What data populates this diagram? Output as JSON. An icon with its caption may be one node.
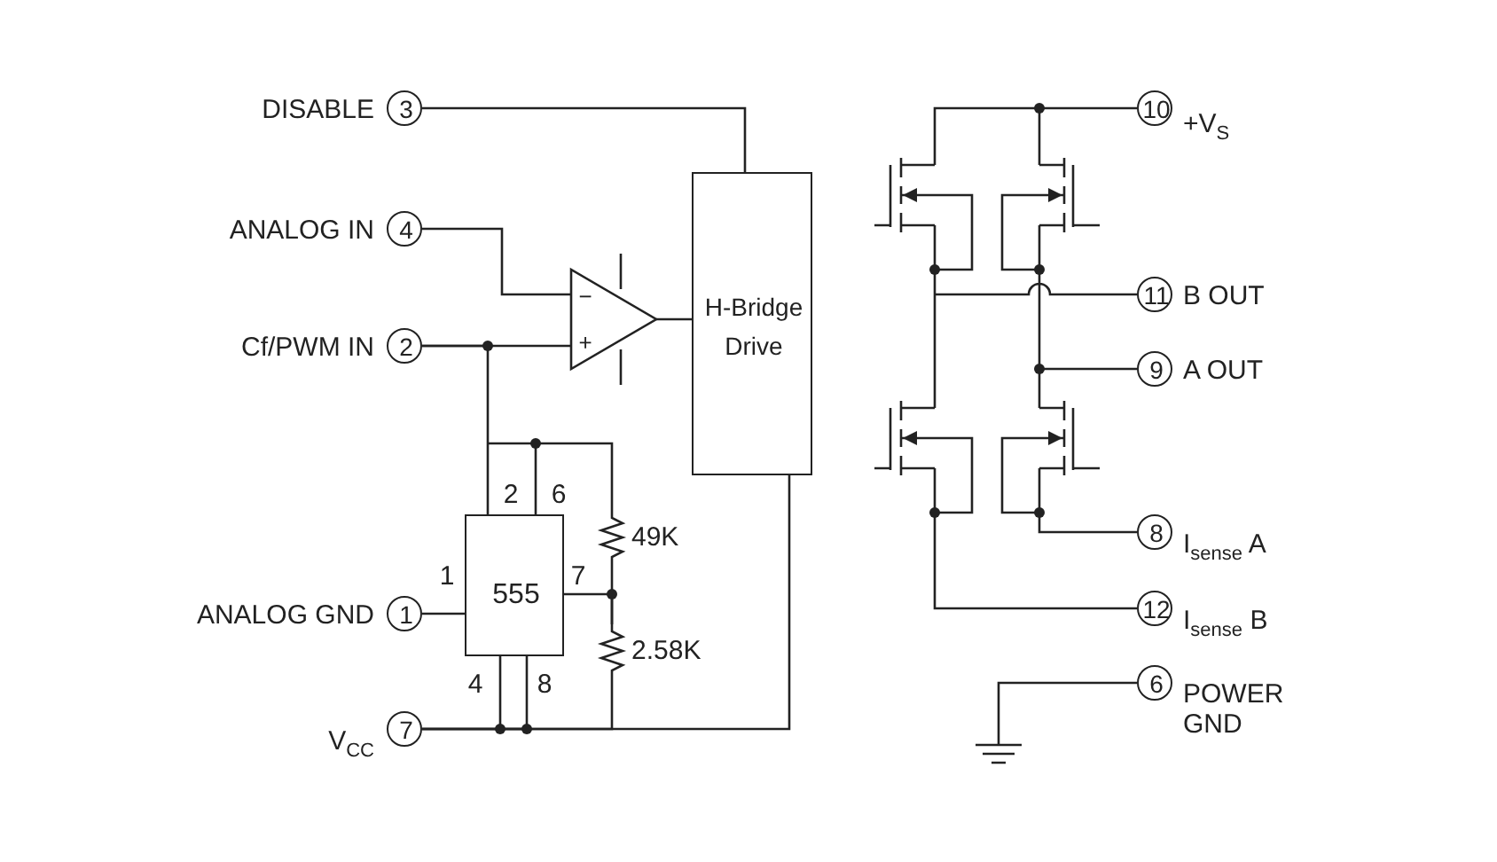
{
  "diagram": {
    "nodes": [
      {
        "text": [
          "3"
        ],
        "beside": [
          "DISABLE"
        ]
      },
      {
        "text": [
          "4"
        ],
        "beside": [
          "ANALOG IN"
        ]
      },
      {
        "text": [
          "2"
        ],
        "beside": [
          "Cf/PWM IN"
        ]
      },
      {
        "text": [
          "−",
          "+"
        ]
      },
      {
        "text": [
          "H-Bridge Drive"
        ]
      },
      {
        "text": [
          "555"
        ]
      },
      {
        "text": [],
        "shape": "resistor",
        "beside": [
          "49K"
        ]
      },
      {
        "text": [],
        "shape": "resistor",
        "beside": [
          "2.58K"
        ]
      },
      {
        "text": [
          "1"
        ],
        "beside": [
          "ANALOG GND"
        ]
      },
      {
        "text": [
          "7"
        ],
        "beside": [
          "V$_{CC}$"
        ]
      },
      {
        "text": [
          "10"
        ],
        "beside": [
          "+V$_{S}$"
        ]
      },
      {
        "text": [],
        "shape": "picture"
      },
      {
        "text": [
          "11"
        ],
        "beside": [
          "B OUT"
        ]
      },
      {
        "text": [
          "9"
        ],
        "beside": [
          "A OUT"
        ]
      },
      {
        "text": [
          "8"
        ],
        "beside": [
          "I$_{sense}$ A"
        ]
      },
      {
        "text": [
          "12"
        ],
        "beside": [
          "I$_{sense}$ B"
        ]
      },
      {
        "text": [
          "6"
        ],
        "beside": [
          "POWER GND"
        ]
      },
      {
        "text": [],
        "shape": "ground"
      }
    ],
    "edges": [
      {
        "from": 0,
        "to": 4,
        "arrow": "none"
      },
      {
        "from": 1,
        "to": 3,
        "arrow": "none"
      },
      {
        "from": 2,
        "to": 3,
        "arrow": "none"
      },
      {
        "from": 3,
        "to": 4,
        "arrow": "none"
      },
      {
        "from": 2,
        "to": 5,
        "arrow": "none"
      },
      {
        "from": 5,
        "to": 6,
        "arrow": "none"
      },
      {
        "from": 6,
        "to": 7,
        "arrow": "none"
      },
      {
        "from": 5,
        "to": 7,
        "arrow": "none"
      },
      {
        "from": 8,
        "to": 5,
        "arrow": "none"
      },
      {
        "from": 9,
        "to": 5,
        "arrow": "none"
      },
      {
        "from": 9,
        "to": 7,
        "arrow": "none"
      },
      {
        "from": 9,
        "to": 4,
        "arrow": "none"
      },
      {
        "from": 10,
        "to": 11,
        "arrow": "none"
      },
      {
        "from": 11,
        "to": 12,
        "arrow": "none"
      },
      {
        "from": 11,
        "to": 13,
        "arrow": "none"
      },
      {
        "from": 11,
        "to": 14,
        "arrow": "none"
      },
      {
        "from": 11,
        "to": 15,
        "arrow": "none"
      },
      {
        "from": 16,
        "to": 17,
        "arrow": "none"
      }
    ],
    "labels": [
      "2",
      "6",
      "1",
      "7",
      "4",
      "8"
    ]
  }
}
